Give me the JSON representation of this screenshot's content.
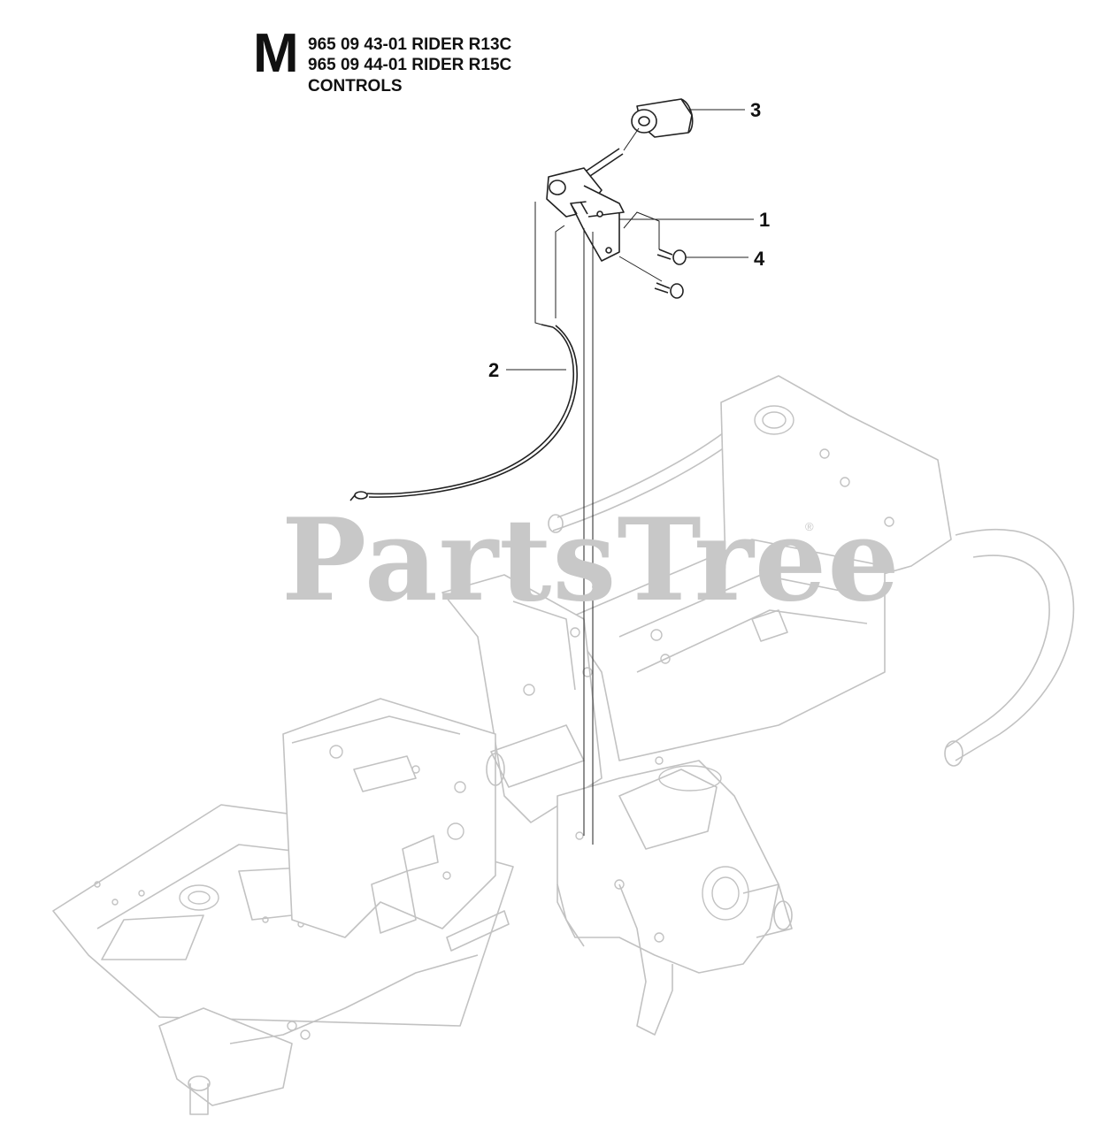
{
  "header": {
    "section_letter": "M",
    "lines": [
      "965 09 43-01 RIDER R13C",
      "965 09 44-01 RIDER R15C",
      "CONTROLS"
    ]
  },
  "callouts": {
    "part_1": "1",
    "part_2": "2",
    "part_3": "3",
    "part_4": "4"
  },
  "watermark": {
    "text": "PartsTree",
    "trademark": "®"
  },
  "colors": {
    "line": "#222222",
    "frame": "#c2c2c2",
    "watermark": "#c8c8c8"
  }
}
